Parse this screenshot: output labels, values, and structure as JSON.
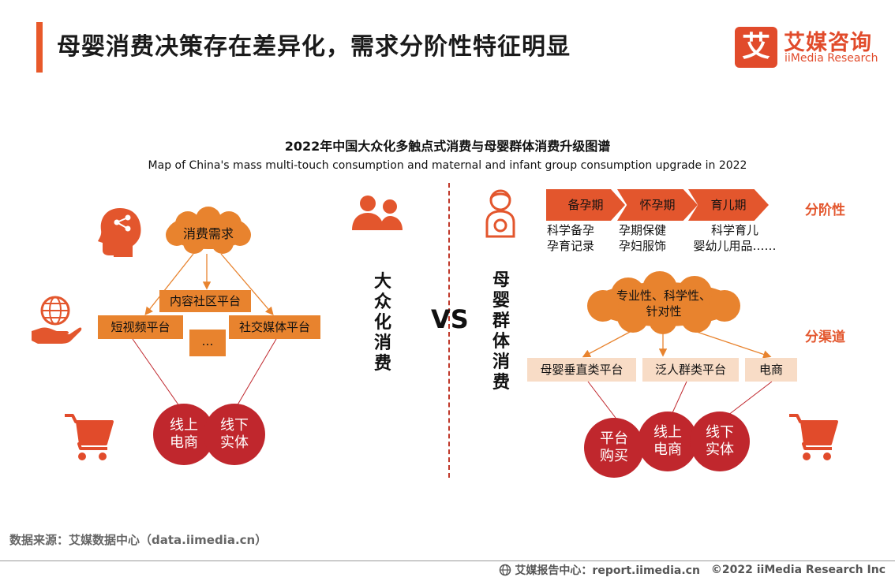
{
  "header": {
    "title": "母婴消费决策存在差异化，需求分阶性特征明显",
    "logo_mark": "艾",
    "logo_cn": "艾媒咨询",
    "logo_en": "iiMedia Research"
  },
  "chart": {
    "title": "2022年中国大众化多触点式消费与母婴群体消费升级图谱",
    "subtitle": "Map of China's mass multi-touch consumption and maternal and infant group consumption upgrade in 2022",
    "vs": "VS"
  },
  "left": {
    "category": "大众化消费",
    "cloud": "消费需求",
    "platforms": {
      "content_community": "内容社区平台",
      "short_video": "短视频平台",
      "social_media": "社交媒体平台",
      "more": "…"
    },
    "circles": {
      "online": "线上电商",
      "offline": "线下实体"
    },
    "icons": {
      "head": "head-share-icon",
      "people": "people-icon",
      "globe": "globe-hand-icon",
      "cart": "shopping-cart-icon"
    }
  },
  "right": {
    "category": "母婴群体消费",
    "stages": [
      {
        "label": "备孕期",
        "lines": [
          "科学备孕",
          "孕育记录"
        ]
      },
      {
        "label": "怀孕期",
        "lines": [
          "孕期保健",
          "孕妇服饰"
        ]
      },
      {
        "label": "育儿期",
        "lines": [
          "科学育儿",
          "婴幼儿用品……"
        ]
      }
    ],
    "stage_label": "分阶性",
    "cloud_lines": [
      "专业性、科学性、",
      "针对性"
    ],
    "channel_label": "分渠道",
    "channels": [
      "母婴垂直类平台",
      "泛人群类平台",
      "电商"
    ],
    "circles": {
      "platform": "平台购买",
      "online": "线上电商",
      "offline": "线下实体"
    },
    "icons": {
      "mother": "mother-icon",
      "cart": "shopping-cart-icon"
    }
  },
  "footer": {
    "source": "数据来源：艾媒数据中心（data.iimedia.cn）",
    "report": "艾媒报告中心：report.iimedia.cn",
    "copyright": "©2022  iiMedia Research  Inc"
  },
  "colors": {
    "accent": "#e8592a",
    "orange_box": "#e8832e",
    "pale_box": "#f8dcc6",
    "red_circle": "#c0272d",
    "chevron": "#e3562d",
    "brand": "#e14b2b"
  }
}
